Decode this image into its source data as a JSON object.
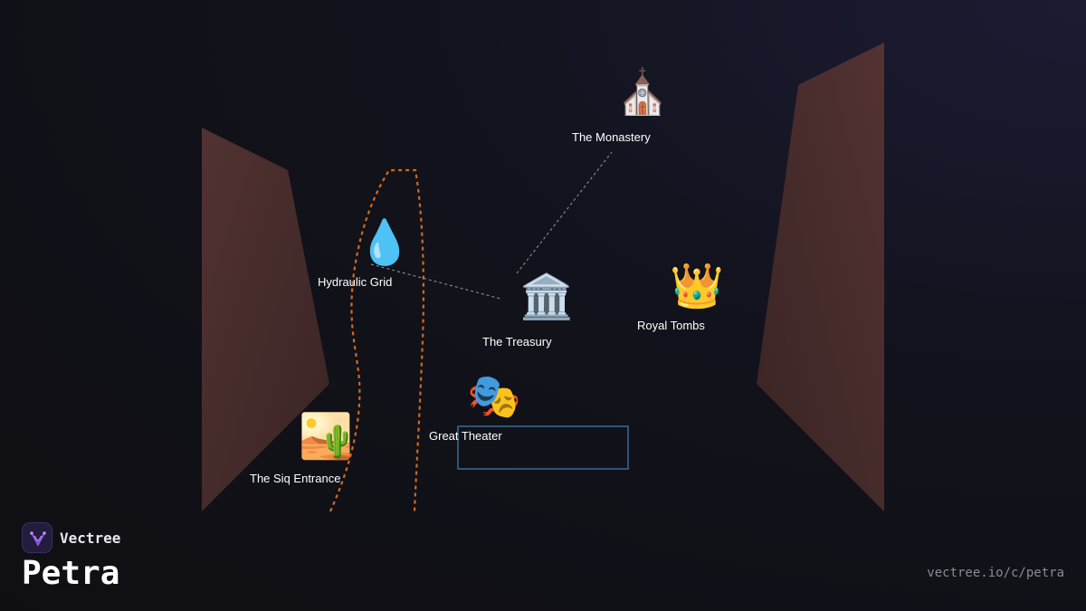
{
  "brand": {
    "name": "Vectree"
  },
  "page_title": "Petra",
  "url": "vectree.io/c/petra",
  "colors": {
    "cliff": "#4a2c2c",
    "path": "#d2691e",
    "connector": "#9a9a9a",
    "selection": "#3a6b8f",
    "logo_accent": "#a05cff"
  },
  "locations": [
    {
      "id": "monastery",
      "label": "The Monastery",
      "icon": "church-icon",
      "emoji": "⛪"
    },
    {
      "id": "hydraulic",
      "label": "Hydraulic Grid",
      "icon": "droplet-icon",
      "emoji": "💧"
    },
    {
      "id": "treasury",
      "label": "The Treasury",
      "icon": "classical-building-icon",
      "emoji": "🏛️"
    },
    {
      "id": "royal-tombs",
      "label": "Royal Tombs",
      "icon": "crown-icon",
      "emoji": "👑"
    },
    {
      "id": "theater",
      "label": "Great Theater",
      "icon": "performing-arts-icon",
      "emoji": "🎭"
    },
    {
      "id": "siq",
      "label": "The Siq Entrance",
      "icon": "desert-icon",
      "emoji": "🏜️"
    }
  ]
}
